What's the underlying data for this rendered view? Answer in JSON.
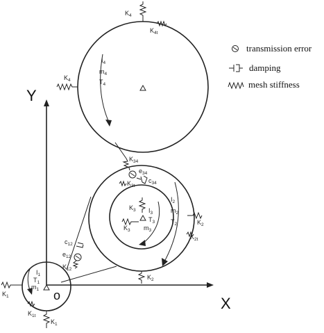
{
  "legend": {
    "transmission_error": "transmission error",
    "damping": "damping",
    "mesh_stiffness": "mesh stiffness"
  },
  "axes": {
    "y": "Y",
    "x": "X",
    "origin": "o"
  },
  "gear4": {
    "k4_top": "K",
    "k4_top_sub": "4",
    "k4t": "K",
    "k4t_sub": "4t",
    "k4_left": "K",
    "k4_left_sub": "4",
    "i4": "I",
    "i4_sub": "4",
    "m4": "m",
    "m4_sub": "4",
    "t4": "T",
    "t4_sub": "4"
  },
  "mesh34": {
    "k34": "K",
    "k34_sub": "34",
    "e34": "e",
    "e34_sub": "34",
    "c34": "c",
    "c34_sub": "34",
    "k3t": "K",
    "k3t_sub": "3t"
  },
  "gear2": {
    "i2": "I",
    "i2_sub": "2",
    "m2": "m",
    "m2_sub": "2",
    "t2": "T",
    "t2_sub": "2",
    "k2_right": "K",
    "k2_right_sub": "2",
    "k2t": "K",
    "k2t_sub": "2t",
    "k2_bottom": "K",
    "k2_bottom_sub": "2"
  },
  "gear3": {
    "k3_top": "K",
    "k3_top_sub": "3",
    "i3": "I",
    "i3_sub": "3",
    "t3": "T",
    "t3_sub": "3",
    "k3_left": "K",
    "k3_left_sub": "3",
    "m3": "m",
    "m3_sub": "3"
  },
  "mesh12": {
    "c12": "c",
    "c12_sub": "12",
    "e12": "e",
    "e12_sub": "12",
    "k12": "K",
    "k12_sub": "12"
  },
  "gear1": {
    "i1": "I",
    "i1_sub": "1",
    "t1": "T",
    "t1_sub": "1",
    "m1": "m",
    "m1_sub": "1",
    "k1_left": "K",
    "k1_left_sub": "1",
    "k1t": "K",
    "k1t_sub": "1t",
    "k1_bottom": "K",
    "k1_bottom_sub": "1"
  }
}
